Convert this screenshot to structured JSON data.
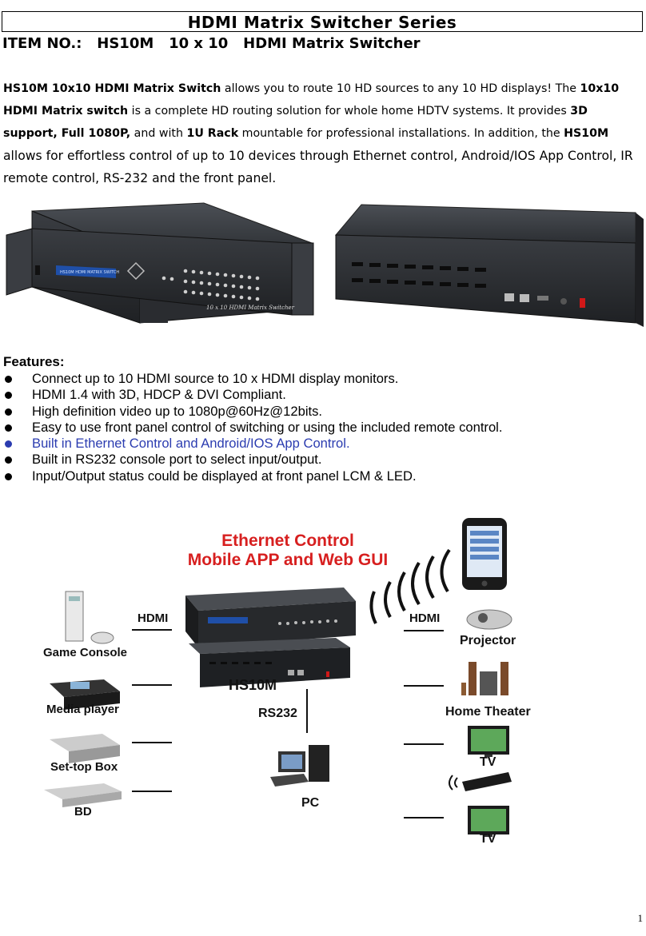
{
  "header": {
    "series_title": "HDMI   Matrix Switcher Series",
    "item_label": "ITEM NO.:",
    "item_number": "HS10M",
    "item_desc": "10 x 10   HDMI Matrix Switcher"
  },
  "intro": {
    "p1_bold": "HS10M 10x10 HDMI Matrix Switch",
    "p1_text": " allows you to route 10 HD sources to any 10 HD displays! The ",
    "p2_bold": "10x10 HDMI Matrix switch",
    "p2_text": " is a complete HD routing solution for whole home HDTV systems.   It provides ",
    "p3_bold": "3D support, Full 1080P,",
    "p3_text": " and with ",
    "p4_bold": "1U Rack",
    "p4_text": " mountable for professional installations. In addition, the ",
    "p5_bold": "HS10M",
    "p5_text": " allows for effortless control of up to 10 devices through Ethernet control, Android/IOS App Control, IR remote control, RS-232 and the front panel."
  },
  "product_photos": {
    "front_panel_label": "10 x 10 HDMI Matrix Switcher",
    "lcd_text": "HS10M HDMI MATRIX SWITCH"
  },
  "features": {
    "title": "Features:",
    "items": [
      "Connect up to 10 HDMI source to 10 x HDMI display monitors.",
      "HDMI 1.4 with 3D, HDCP & DVI Compliant.",
      "High definition video up to 1080p@60Hz@12bits.",
      "Easy to use front panel control of switching or using the included remote control.",
      "Built in Ethernet Control and Android/IOS App Control.",
      "Built in RS232 console port to select input/output.",
      "Input/Output status could be displayed at front panel LCM & LED."
    ],
    "highlight_color": "#2b3cb0"
  },
  "diagram": {
    "title_line1": "Ethernet Control",
    "title_line2": "Mobile APP and Web GUI",
    "title_color": "#d71f1f",
    "hdmi_left": "HDMI",
    "hdmi_right": "HDMI",
    "device_name": "HS10M",
    "rs232": "RS232",
    "pc": "PC",
    "sources": [
      "Game Console",
      "Media player",
      "Set-top Box",
      "BD"
    ],
    "displays": [
      "Projector",
      "Home Theater",
      "TV",
      "TV"
    ]
  },
  "page_number": "1"
}
